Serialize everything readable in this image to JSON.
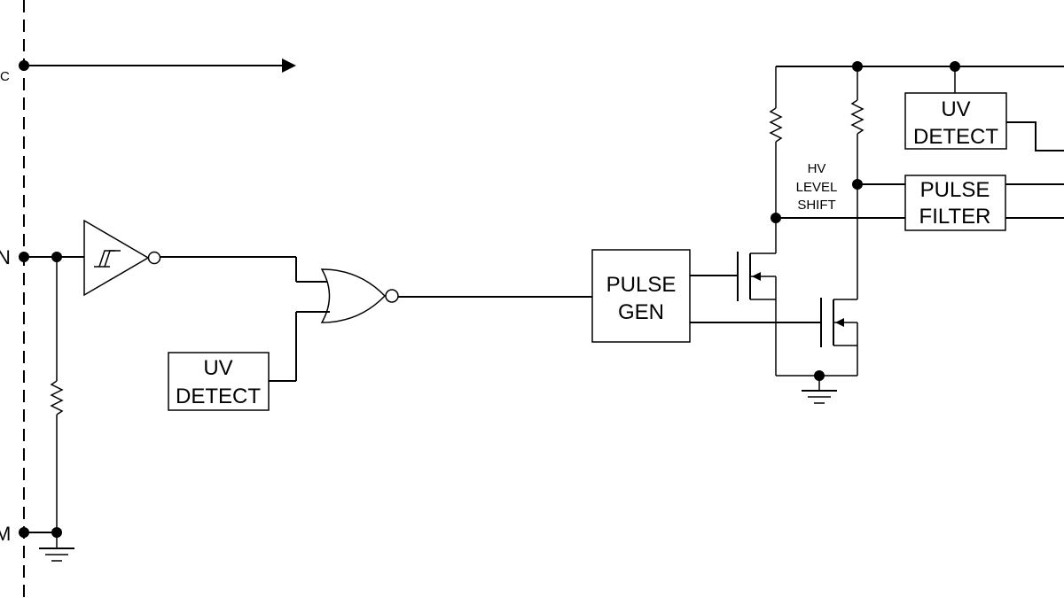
{
  "pins": {
    "vcc_fragment": "C",
    "in_fragment": "N",
    "com_fragment": "M"
  },
  "blocks": {
    "uv_detect_left": [
      "UV",
      "DETECT"
    ],
    "pulse_gen": [
      "PULSE",
      "GEN"
    ],
    "uv_detect_right": [
      "UV",
      "DETECT"
    ],
    "pulse_filter": [
      "PULSE",
      "FILTER"
    ]
  },
  "annotations": {
    "hv_level_shift": [
      "HV",
      "LEVEL",
      "SHIFT"
    ]
  }
}
